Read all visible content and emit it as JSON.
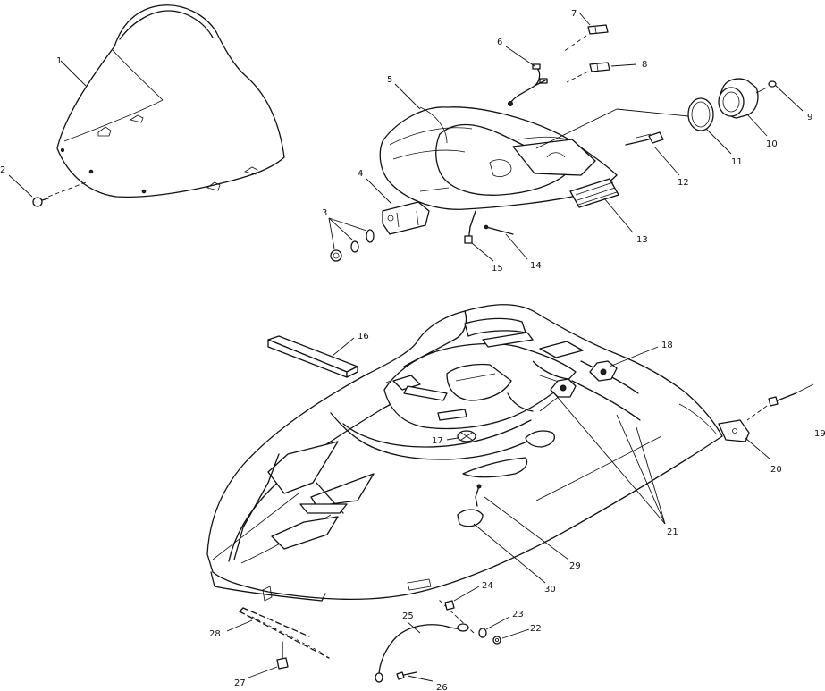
{
  "diagram": {
    "callouts": {
      "c1": "1",
      "c2": "2",
      "c3": "3",
      "c4": "4",
      "c5": "5",
      "c6": "6",
      "c7": "7",
      "c8": "8",
      "c9": "9",
      "c10": "10",
      "c11": "11",
      "c12": "12",
      "c13": "13",
      "c14": "14",
      "c15": "15",
      "c16": "16",
      "c17": "17",
      "c18": "18",
      "c19": "19",
      "c20": "20",
      "c21": "21",
      "c22": "22",
      "c23": "23",
      "c24": "24",
      "c25": "25",
      "c26": "26",
      "c27": "27",
      "c28": "28",
      "c29": "29",
      "c30": "30"
    }
  }
}
